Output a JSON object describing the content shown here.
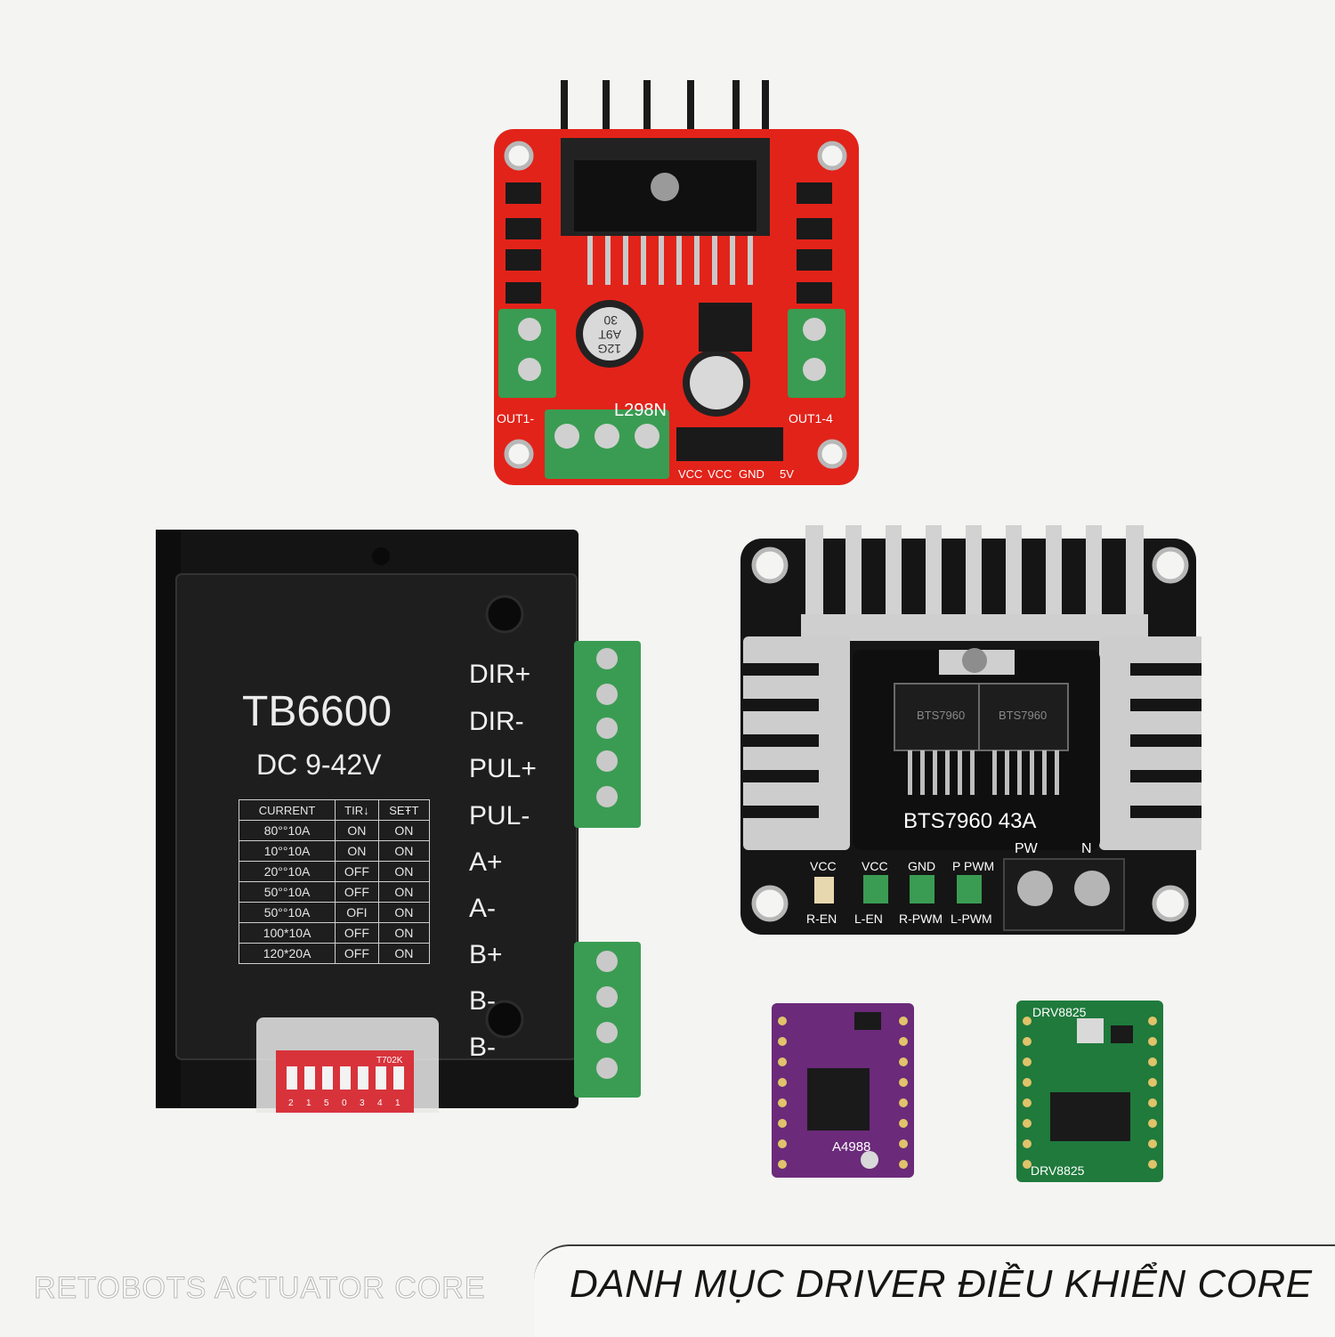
{
  "l298n": {
    "chip_label": "L298N",
    "out_left": "OUT1-",
    "out_right": "OUT1-4",
    "pins": [
      "VCC",
      "VCC",
      "GND",
      "5V"
    ],
    "cap_text": [
      "12G",
      "A9Т",
      "30"
    ]
  },
  "tb6600": {
    "title": "TB6600",
    "voltage": "DC 9-42V",
    "terminals": [
      "DIR+",
      "DIR-",
      "PUL+",
      "PUL-",
      "A+",
      "A-",
      "B+",
      "B-",
      "B-"
    ],
    "table": {
      "headers": [
        "CURRENT",
        "TIR↓",
        "SEŦT"
      ],
      "rows": [
        [
          "80°°10A",
          "ON",
          "ON"
        ],
        [
          "10°°10A",
          "ON",
          "ON"
        ],
        [
          "20°°10A",
          "OFF",
          "ON"
        ],
        [
          "50°°10A",
          "OFF",
          "ON"
        ],
        [
          "50°°10A",
          "OFI",
          "ON"
        ],
        [
          "100*10A",
          "OFF",
          "ON"
        ],
        [
          "120*20A",
          "OFF",
          "ON"
        ]
      ]
    },
    "dip_label": "T702K",
    "dip_numbers": [
      "2",
      "1",
      "5",
      "0",
      "3",
      "4",
      "1"
    ]
  },
  "bts7960": {
    "board_label": "BTS7960  43A",
    "chip_text": "BTS7960",
    "power_labels": [
      "PW",
      "N"
    ],
    "header_top": [
      "VCC",
      "VCC",
      "GND",
      "P PWM"
    ],
    "header_bottom": [
      "R-EN",
      "L-EN",
      "R-PWM",
      "L-PWM"
    ]
  },
  "a4988": {
    "label": "A4988"
  },
  "drv8825": {
    "label_top": "DRV8825",
    "label_bottom": "DRV8825"
  },
  "footer": {
    "brand": "RETOBOTS ACTUATOR CORE",
    "title": "DANH MỤC DRIVER ĐIỀU KHIỂN CORE"
  },
  "colors": {
    "background": "#f4f4f2",
    "l298n_pcb": "#e2231a",
    "tb6600_body": "#1b1b1b",
    "terminal_green": "#3a9c52",
    "a4988_pcb": "#6b2a7a",
    "drv8825_pcb": "#1f7a3c"
  }
}
